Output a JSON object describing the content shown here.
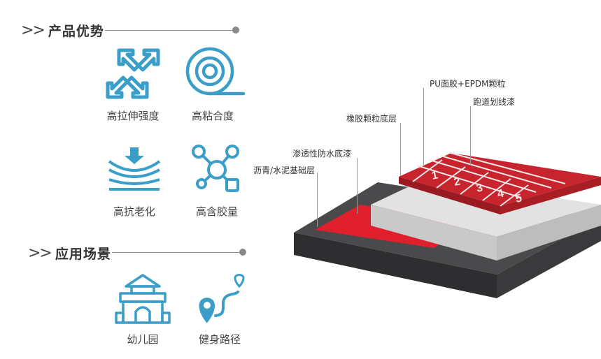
{
  "advantages": {
    "chevrons": ">>",
    "title": "产品优势",
    "items": [
      {
        "label": "高拉伸强度",
        "icon": "expand-arrows-icon"
      },
      {
        "label": "高粘合度",
        "icon": "tape-roll-icon"
      },
      {
        "label": "高抗老化",
        "icon": "pressure-layers-icon"
      },
      {
        "label": "高含胶量",
        "icon": "molecule-icon"
      }
    ]
  },
  "scenes": {
    "chevrons": ">>",
    "title": "应用场景",
    "items": [
      {
        "label": "幼儿园",
        "icon": "kindergarten-building-icon"
      },
      {
        "label": "健身路径",
        "icon": "route-pin-icon"
      }
    ]
  },
  "diagram": {
    "layers": [
      {
        "label": "PU面胶+EPDM颗粒"
      },
      {
        "label": "跑道划线漆"
      },
      {
        "label": "橡胶颗粒底层"
      },
      {
        "label": "渗透性防水底漆"
      },
      {
        "label": "沥青/水泥基础层"
      }
    ],
    "lane_numbers": [
      "1",
      "2",
      "3",
      "4",
      "5"
    ]
  },
  "colors": {
    "icon_blue": "#3a9ec9",
    "track_red": "#c8242e",
    "primer_red": "#e01f2d",
    "asphalt": "#3c3c3e",
    "rubber_base": "#d9d9d9",
    "accent_line": "#8a8a8a"
  }
}
